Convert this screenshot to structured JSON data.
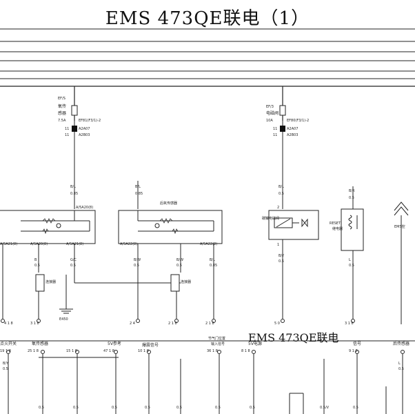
{
  "header": {
    "title": "EMS  473QE联电（1）"
  },
  "section2": {
    "title": "EMS   473QE联电"
  },
  "fuses": {
    "left": {
      "code": "EF/S",
      "name_line1": "氧传",
      "name_line2": "感器",
      "rating": "7.5A",
      "part": "EF81(F3/1)-2",
      "conn_a": "11",
      "conn_a_id": "A2A07",
      "conn_b": "11",
      "conn_b_id": "A2B03"
    },
    "right": {
      "code": "EF/3",
      "name_line1": "电磁阀",
      "rating": "10A",
      "part": "EF80(F3/1)-2",
      "conn_a": "11",
      "conn_a_id": "A2A07",
      "conn_b": "11",
      "conn_b_id": "A2B03"
    }
  },
  "wires": {
    "w_left_top": {
      "color": "B/L",
      "gauge": "0.85"
    },
    "w_mid_top": {
      "color": "B/L",
      "gauge": "0.85"
    },
    "w_right_top": {
      "color": "B/L",
      "gauge": "0.5"
    },
    "w_relay_top": {
      "color": "B/R",
      "gauge": "0.5"
    },
    "w_a": {
      "color": "B",
      "gauge": "0.5"
    },
    "w_b": {
      "color": "G/C",
      "gauge": "0.5"
    },
    "w_c": {
      "color": "B/W",
      "gauge": "0.5"
    },
    "w_d": {
      "color": "B/W",
      "gauge": "0.5"
    },
    "w_e": {
      "color": "B/L",
      "gauge": "0.85"
    },
    "w_f": {
      "color": "B/Y",
      "gauge": "0.5"
    },
    "w_g": {
      "color": "L",
      "gauge": "0.5"
    },
    "w_h": {
      "color": "B/Y",
      "gauge": "0.5"
    }
  },
  "components": {
    "sensor_mid_label": "后氧传感器",
    "ground_label": "E450",
    "shield_left": "连接器",
    "shield_right": "连接器",
    "valve_label": "碳罐电磁阀",
    "relay_label": "继电器",
    "relay_side": "RESET\n阀",
    "ems_conn": "EMS控",
    "left_pin_labels": [
      "1",
      "2"
    ],
    "connector_codes": [
      "A/5A20(8)",
      "A/5A21(8)",
      "A/5A20(8)",
      "A/5A21(8)",
      "A/5A22(8)",
      "A/5A22(8)"
    ],
    "bottom_pins": [
      "4 1 8",
      "3 1 8",
      "2 4",
      "2 1 8",
      "2 1 8",
      "5 0",
      "3 1 8"
    ]
  },
  "bottom_labels": {
    "l1": "点火开关",
    "l2": "氧传感器",
    "l3": "5V参考",
    "l4": "爆震信号",
    "l5": "节气门位置\n输入信号",
    "l6": "5V电源",
    "l7": "信号",
    "l8": "后传感器"
  },
  "bottom_wires": [
    "0.5",
    "0.5",
    "0.5",
    "0.5",
    "0.5",
    "0.5",
    "0.5",
    "0.5",
    "0.5/V",
    "0.5"
  ],
  "bottom_codes": [
    "19 1 8",
    "25 1 8",
    "15 1 8",
    "47 1 8",
    "10 1 8",
    "36 1 8",
    "8 1 8",
    "9 1 8"
  ]
}
